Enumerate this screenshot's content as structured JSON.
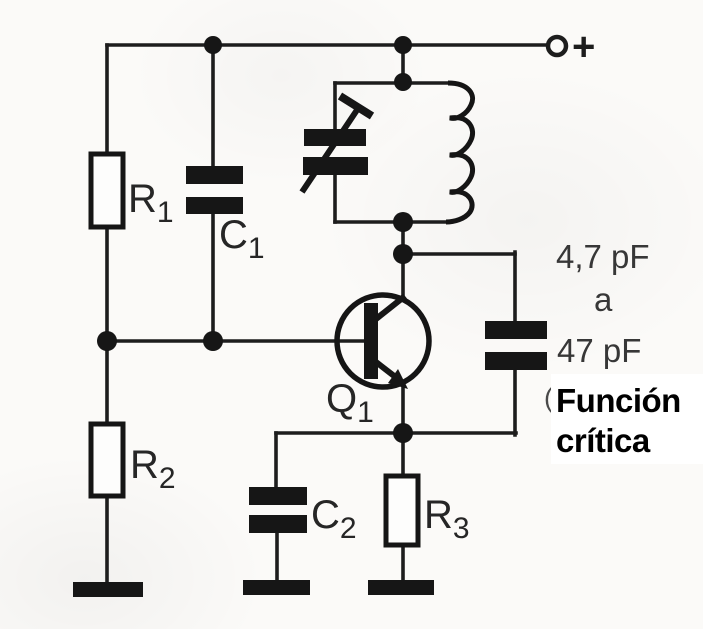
{
  "diagram": {
    "type": "circuit-schematic",
    "description": "Transistor LC oscillator schematic with critical feedback capacitor",
    "colors": {
      "ink": "#1d1d1d",
      "paper": "#fbfaf8",
      "annotation_text": "#000000",
      "annotation_background": "#ffffff"
    },
    "supply": {
      "terminal_label": "+"
    },
    "components": {
      "r1": {
        "label": "R",
        "sub": "1"
      },
      "r2": {
        "label": "R",
        "sub": "2"
      },
      "r3": {
        "label": "R",
        "sub": "3"
      },
      "c1": {
        "label": "C",
        "sub": "1"
      },
      "c2": {
        "label": "C",
        "sub": "2"
      },
      "q1": {
        "label": "Q",
        "sub": "1"
      },
      "variable_capacitor": {
        "name": "variable-capacitor",
        "value": ""
      },
      "inductor": {
        "name": "tank-coil",
        "value": ""
      },
      "feedback_capacitor": {
        "range_line1": "4,7 pF",
        "range_line2": "a",
        "range_line3": "47 pF"
      }
    },
    "annotation": {
      "line1": "Función",
      "line2": "crítica"
    },
    "scan_artifact": "("
  }
}
